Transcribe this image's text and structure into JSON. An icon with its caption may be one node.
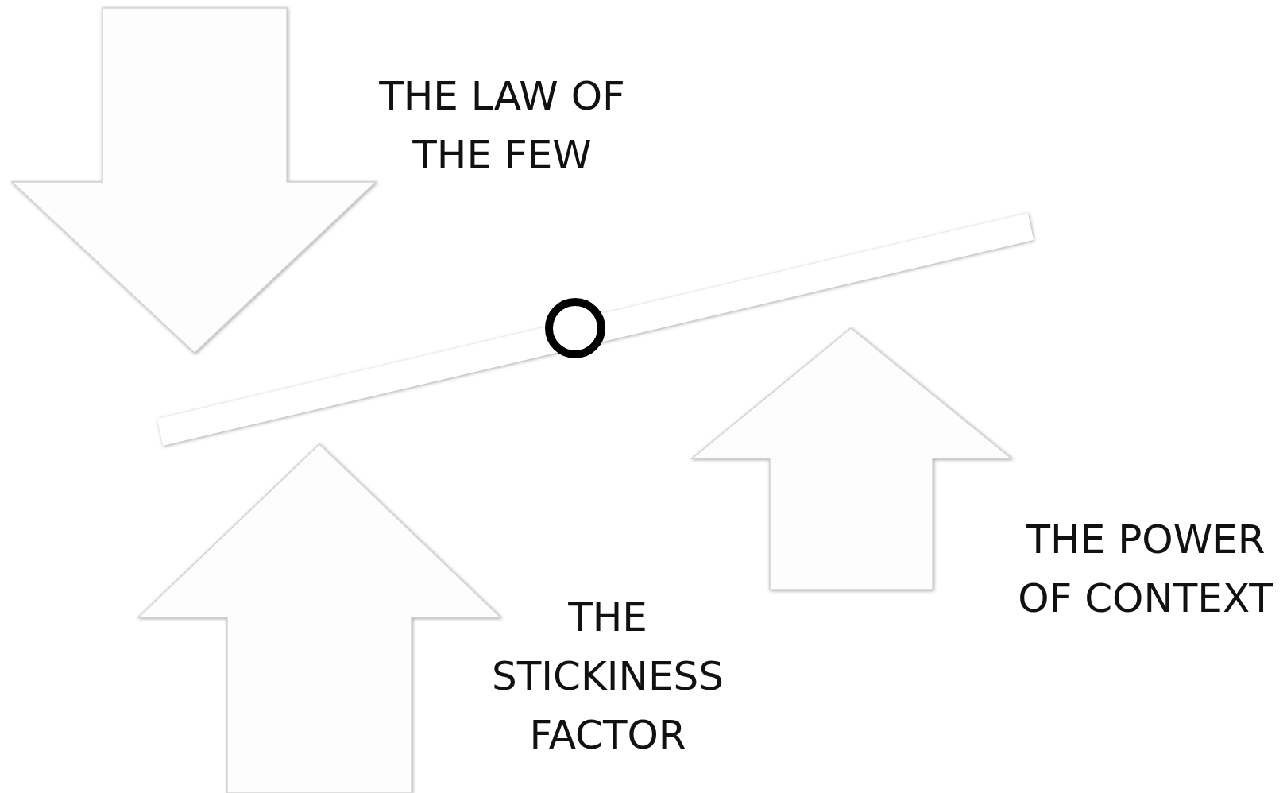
{
  "diagram": {
    "nodes": [
      {
        "text": [],
        "shape": "arrow",
        "beside": [
          "THE LAW OF THE FEW"
        ]
      },
      {
        "text": [],
        "shape": "arrow",
        "beside": [
          "THE STICKINESS FACTOR"
        ]
      },
      {
        "text": [],
        "shape": "arrow",
        "beside": [
          "THE POWER OF CONTEXT"
        ]
      }
    ]
  }
}
